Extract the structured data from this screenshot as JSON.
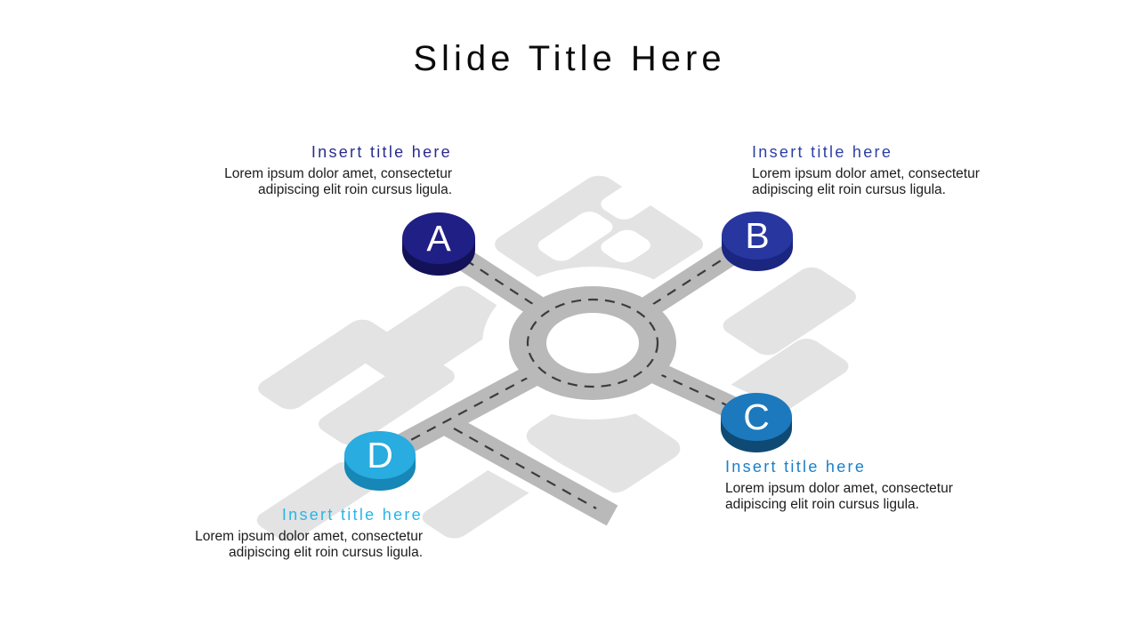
{
  "slide_title": "Slide Title Here",
  "map": {
    "road_color": "#b9b9b9",
    "block_color": "#e3e3e3",
    "dash_color": "#3c3c3c",
    "center_color": "#ffffff"
  },
  "markers": [
    {
      "letter": "A",
      "top_color": "#201f86",
      "side_color": "#131258"
    },
    {
      "letter": "B",
      "top_color": "#2836a0",
      "side_color": "#1b2680"
    },
    {
      "letter": "C",
      "top_color": "#1c79bd",
      "side_color": "#0e4a74"
    },
    {
      "letter": "D",
      "top_color": "#29acdf",
      "side_color": "#1687b6"
    }
  ],
  "callouts": [
    {
      "marker": "A",
      "title": "Insert title here",
      "title_color": "#2a2c8e",
      "body_lines": [
        "Lorem ipsum dolor amet, consectetur",
        "adipiscing elit roin cursus ligula."
      ]
    },
    {
      "marker": "B",
      "title": "Insert title here",
      "title_color": "#2b3fa6",
      "body_lines": [
        "Lorem ipsum dolor amet, consectetur",
        "adipiscing elit roin cursus ligula."
      ]
    },
    {
      "marker": "C",
      "title": "Insert title here",
      "title_color": "#1a7fc8",
      "body_lines": [
        "Lorem ipsum dolor amet, consectetur",
        "adipiscing elit roin cursus ligula."
      ]
    },
    {
      "marker": "D",
      "title": "Insert title here",
      "title_color": "#29b5e8",
      "body_lines": [
        "Lorem ipsum dolor amet, consectetur",
        "adipiscing elit roin cursus ligula."
      ]
    }
  ]
}
